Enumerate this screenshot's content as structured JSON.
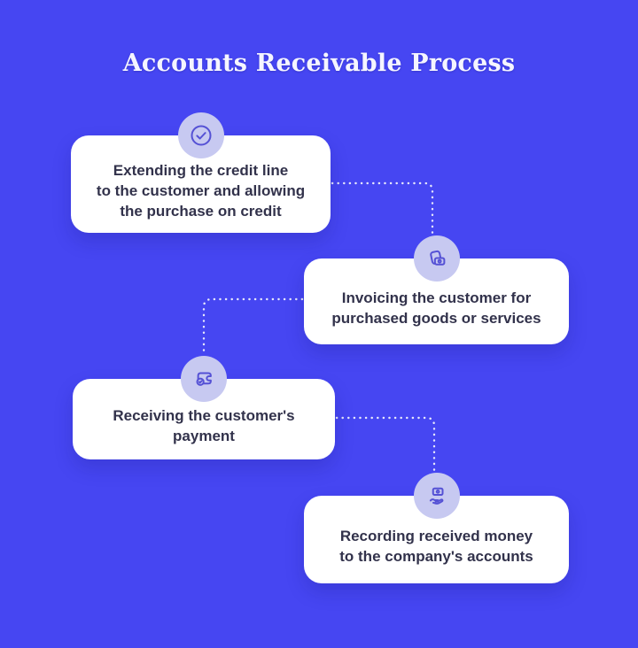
{
  "title": "Accounts Receivable Process",
  "colors": {
    "background": "#4646f2",
    "card": "#ffffff",
    "badge": "#c7c9f1",
    "icon-stroke": "#5551d5",
    "text": "#32324b",
    "title-color": "#f5f5ff",
    "connector": "#e6e7fb"
  },
  "steps": [
    {
      "icon": "check-circle-icon",
      "lines": [
        "Extending the credit line",
        "to the customer and allowing",
        "the purchase on credit"
      ]
    },
    {
      "icon": "invoice-icon",
      "lines": [
        "Invoicing the customer for",
        "purchased goods or services"
      ]
    },
    {
      "icon": "wallet-payment-icon",
      "lines": [
        "Receiving the customer's",
        "payment"
      ]
    },
    {
      "icon": "money-hand-icon",
      "lines": [
        "Recording received money",
        "to the company's accounts"
      ]
    }
  ]
}
